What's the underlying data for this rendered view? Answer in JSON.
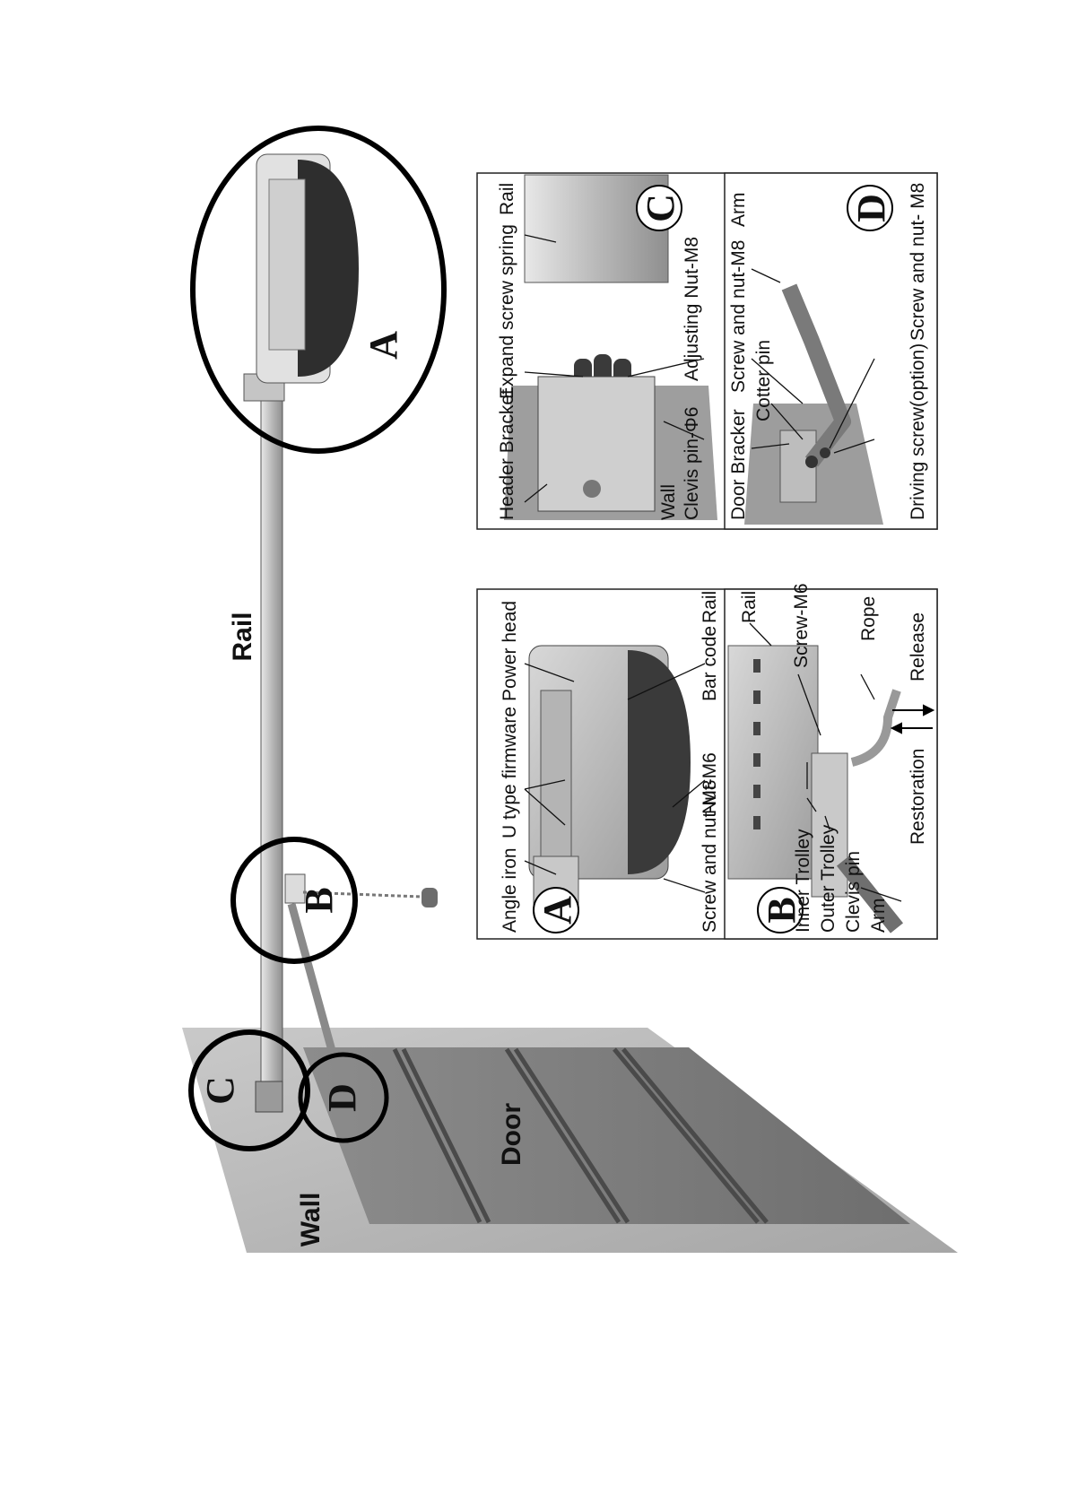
{
  "main": {
    "wall_label": "Wall",
    "door_label": "Door",
    "rail_label": "Rail",
    "callouts": [
      "A",
      "B",
      "C",
      "D"
    ]
  },
  "panel_a": {
    "letter": "A",
    "labels": {
      "angle_iron": "Angle iron",
      "u_type_firmware": "U type firmware",
      "power_head": "Power head",
      "screw_nut_m8": "Screw and nut-M8",
      "nut_m6": "Nut-M6",
      "bar_code": "Bar code",
      "rail": "Rail"
    }
  },
  "panel_b": {
    "letter": "B",
    "labels": {
      "rail": "Rail",
      "screw_m6": "Screw-M6",
      "rope": "Rope",
      "release": "Release",
      "restoration": "Restoration",
      "inner_trolley": "Inner Trolley",
      "outer_trolley": "Outer Trolley",
      "clevis_pin": "Clevis pin",
      "arm": "Arm"
    }
  },
  "panel_c": {
    "letter": "C",
    "labels": {
      "header_bracket": "Header Bracket",
      "expand_screw_spring": "Expand screw  spring",
      "rail": "Rail",
      "wall": "Wall",
      "clevis_pin_phi6": "Clevis pin-Φ6",
      "adjusting_nut_m8": "Adjusting Nut-M8"
    }
  },
  "panel_d": {
    "letter": "D",
    "labels": {
      "door_bracker": "Door Bracker",
      "screw_nut_m8_top": "Screw and nut-M8",
      "arm": "Arm",
      "cotter_pin": "Cotter pin",
      "driving_screw": "Driving screw(option)",
      "screw_nut_m8_bottom": "Screw and nut- M8"
    }
  }
}
